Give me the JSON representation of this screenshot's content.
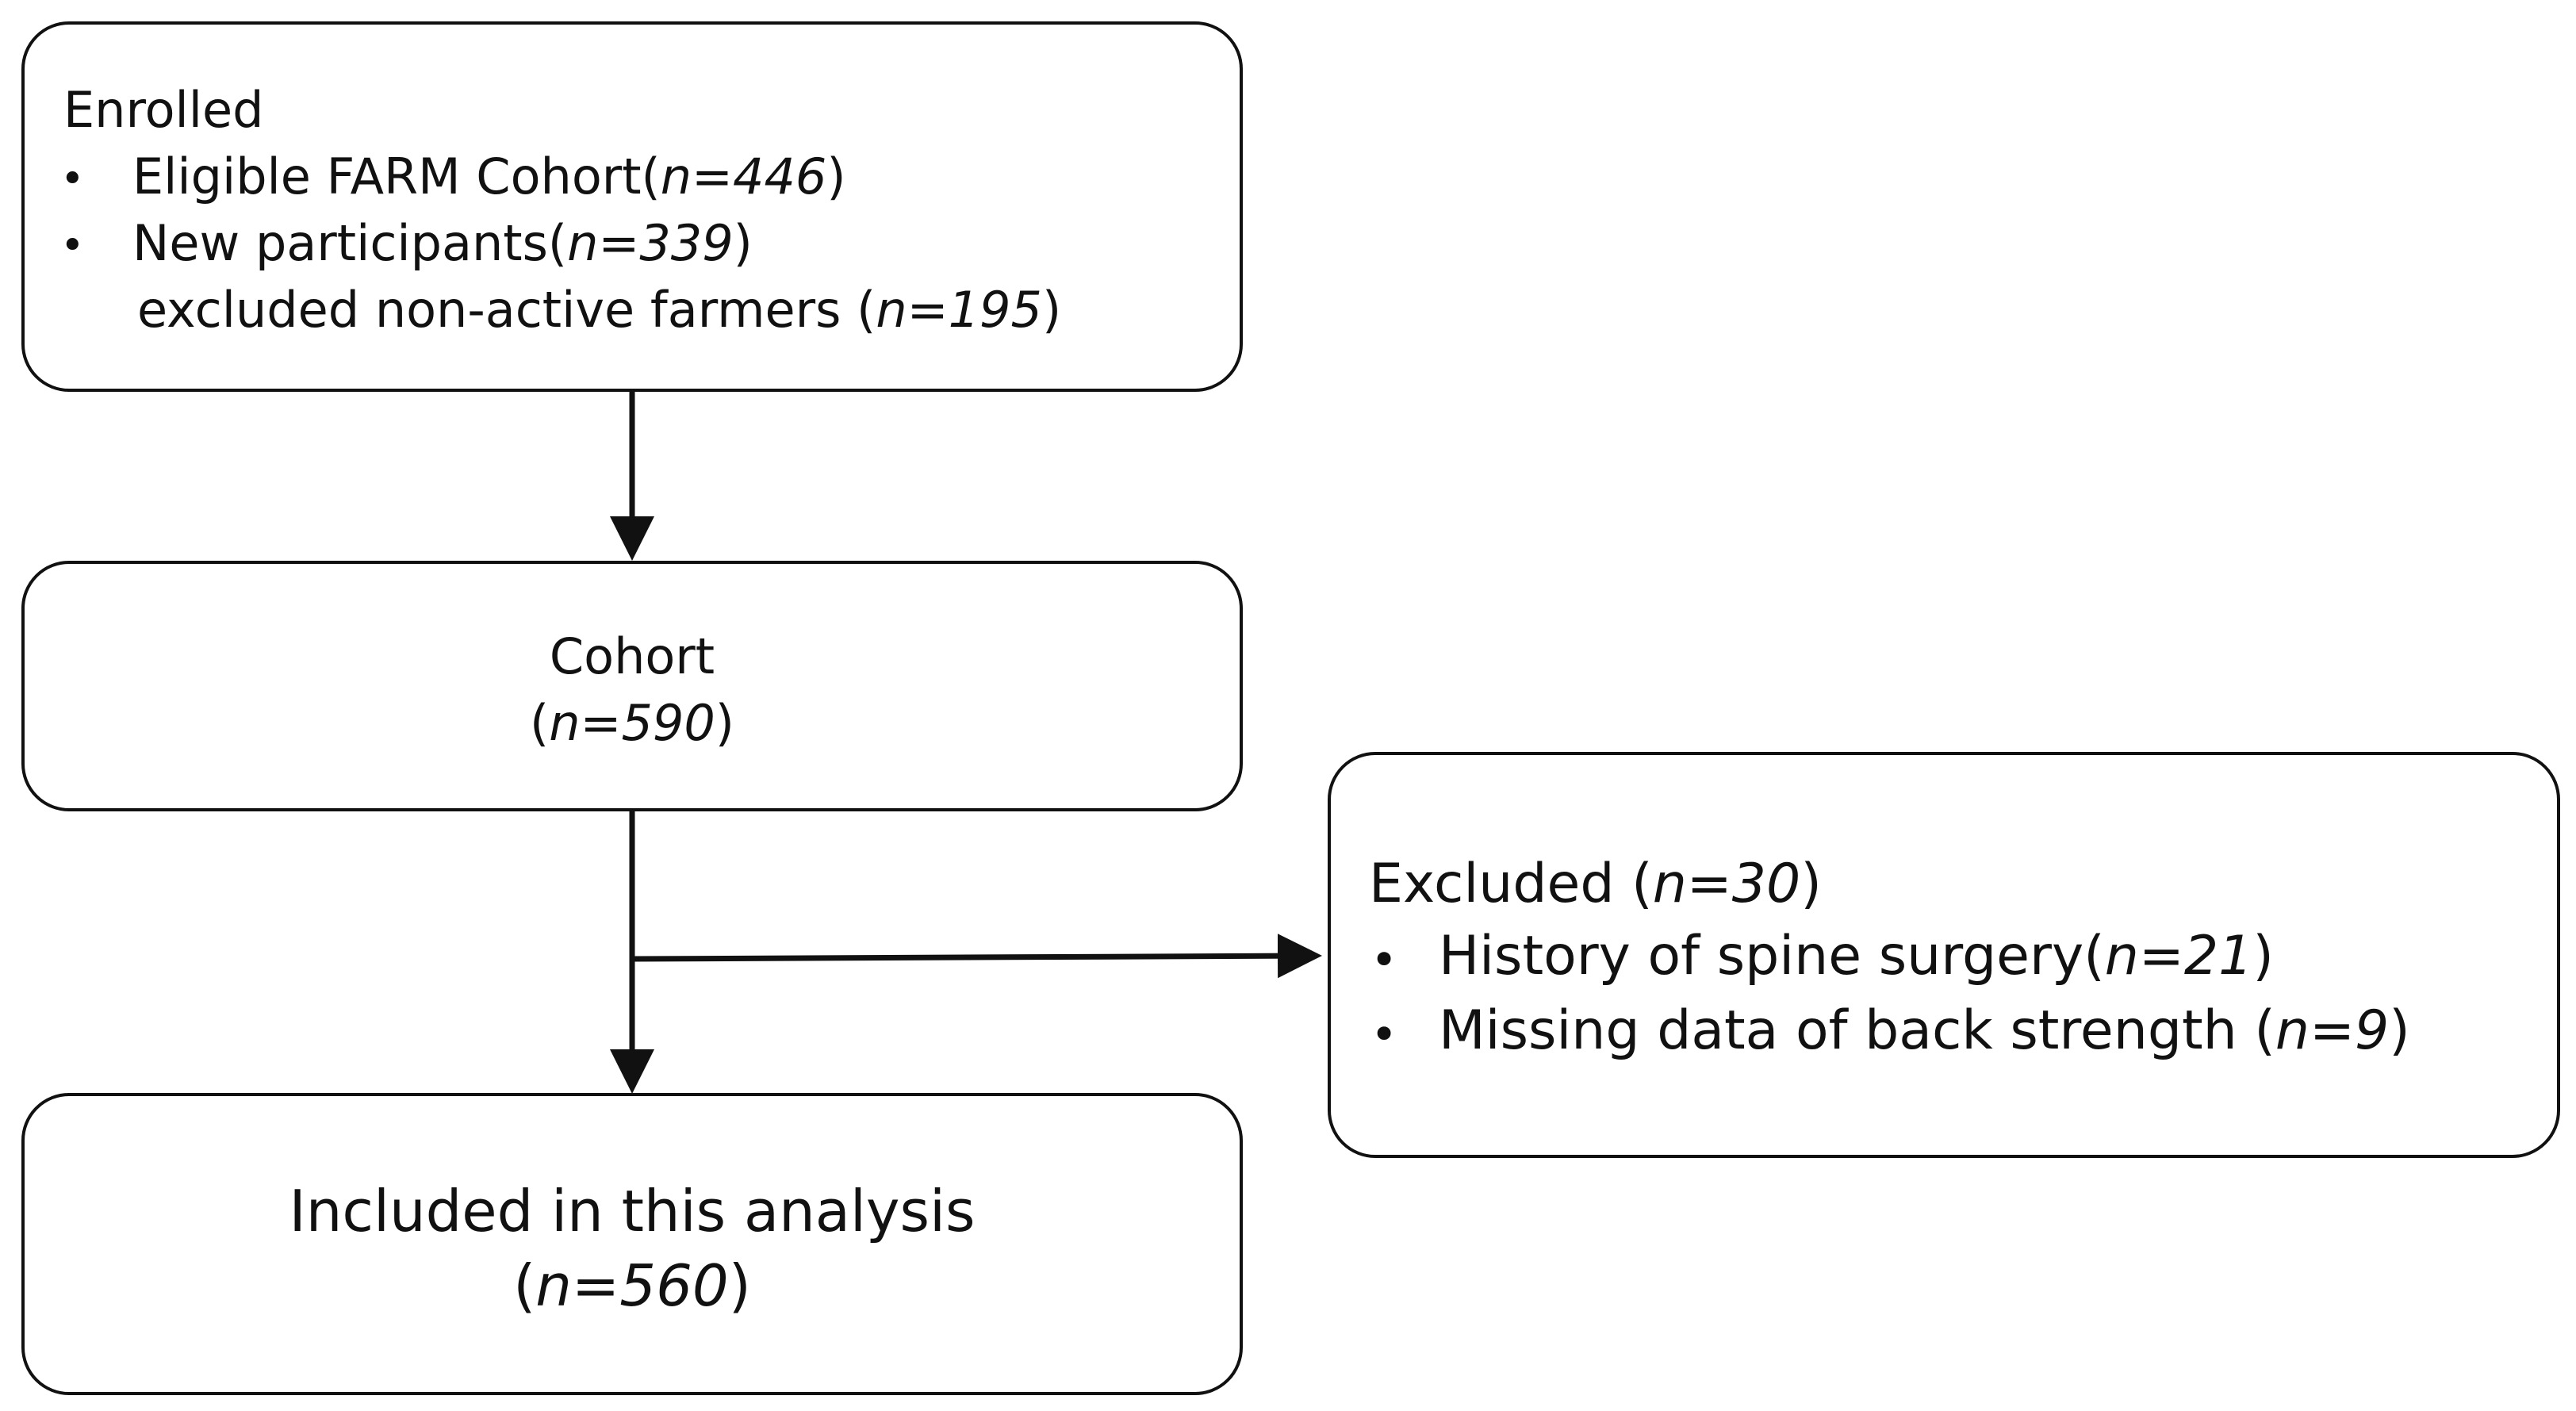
{
  "enrolled": {
    "title": "Enrolled",
    "items": [
      {
        "label": "Eligible FARM Cohort(",
        "n": "n=446",
        "close": ")"
      },
      {
        "label": "New participants(",
        "n": "n=339",
        "close": ")"
      }
    ],
    "sub_label": "excluded non-active farmers (",
    "sub_n": "n=195",
    "sub_close": ")"
  },
  "cohort": {
    "title": "Cohort",
    "open": "(",
    "n": "n=590",
    "close": ")"
  },
  "excluded": {
    "title": "Excluded (",
    "n": "n=30",
    "close": ")",
    "items": [
      {
        "label": "History of spine surgery(",
        "n": "n=21",
        "close": ")"
      },
      {
        "label": "Missing data of back strength (",
        "n": "n=9",
        "close": ")"
      }
    ]
  },
  "included": {
    "title": "Included in this analysis",
    "open": "(",
    "n": "n=560",
    "close": ")"
  },
  "bullet_char": "•"
}
